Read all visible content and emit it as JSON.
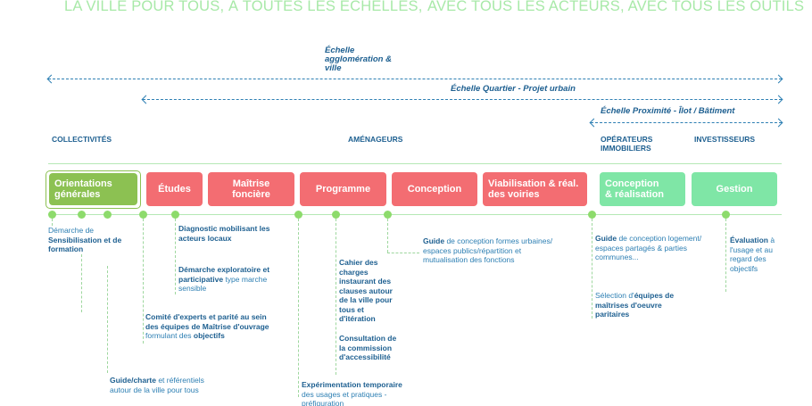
{
  "headlines": {
    "left": "LA VILLE POUR TOUS, À TOUTES LES ÉCHELLES,",
    "right": "AVEC TOUS LES ACTEURS, AVEC TOUS LES OUTILS"
  },
  "scales": {
    "agglo": [
      "Échelle",
      "agglomération &",
      "ville"
    ],
    "quartier": "Échelle Quartier - Projet urbain",
    "proximite": "Échelle Proximité - Îlot / Bâtiment"
  },
  "actors": {
    "collectivites": "COLLECTIVITÉS",
    "amenageurs": "AMÉNAGEURS",
    "operateurs": [
      "OPÉRATEURS",
      "IMMOBILIERS"
    ],
    "investisseurs": "INVESTISSEURS"
  },
  "phases": {
    "orientations": [
      "Orientations",
      "générales"
    ],
    "etudes": "Études",
    "maitrise": [
      "Maîtrise",
      "foncière"
    ],
    "programme": "Programme",
    "conception": "Conception",
    "viabilisation": [
      "Viabilisation & réal.",
      "des voiries"
    ],
    "conception_realisation": [
      "Conception",
      "& réalisation"
    ],
    "gestion": "Gestion"
  },
  "notes": {
    "sensibilisation": {
      "normal": "Démarche de",
      "bold": "Sensibilisation et de formation"
    },
    "diagnostic": {
      "bold": "Diagnostic mobilisant les acteurs locaux"
    },
    "exploratoire": {
      "bold": "Démarche exploratoire et participative",
      "normal": " type marche sensible"
    },
    "comite": {
      "bold": "Comité d'experts et parité au sein des équipes de Maîtrise d'ouvrage",
      "normal": " formulant des ",
      "bold2": "objectifs"
    },
    "guide_charte": {
      "bold": "Guide/charte",
      "normal": " et référentiels autour de la ville pour tous"
    },
    "cahier": {
      "bold": "Cahier des charges instaurant des clauses autour de la ville pour tous et d'itération"
    },
    "consultation": {
      "bold": "Consultation de la commission d'accessibilité"
    },
    "experimentation": {
      "bold": "Expérimentation temporaire",
      "normal": " des usages et pratiques - préfiguration"
    },
    "guide_formes": {
      "bold": "Guide",
      "normal": " de conception formes urbaines/ espaces publics/répartition et mutualisation des fonctions"
    },
    "guide_logement": {
      "bold": "Guide",
      "normal": " de conception logement/ espaces partagés & parties communes..."
    },
    "selection": {
      "normal": "Sélection d'",
      "bold": "équipes de maîtrises d'oeuvre paritaires"
    },
    "evaluation": {
      "bold": "Évaluation",
      "normal": " à l'usage et au regard des objectifs"
    }
  }
}
